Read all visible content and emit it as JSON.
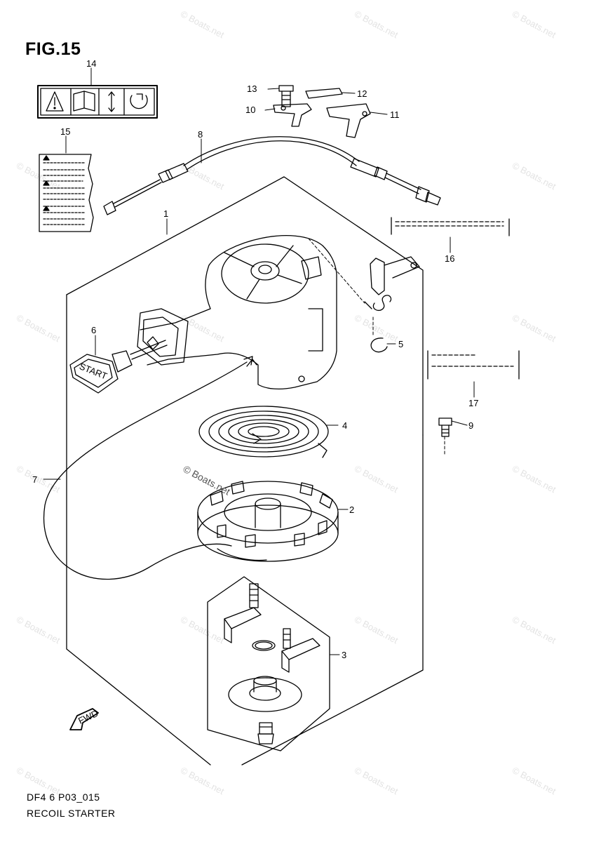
{
  "figure": {
    "title": "FIG.15",
    "code": "DF4 6 P03_015",
    "name": "RECOIL STARTER"
  },
  "callouts": [
    "1",
    "2",
    "3",
    "4",
    "5",
    "6",
    "7",
    "8",
    "9",
    "10",
    "11",
    "12",
    "13",
    "14",
    "15",
    "16",
    "17"
  ],
  "watermark": "© Boats.net",
  "watermark_center": "© Boats.net",
  "label_fwd": "FWD",
  "label_start": "START"
}
